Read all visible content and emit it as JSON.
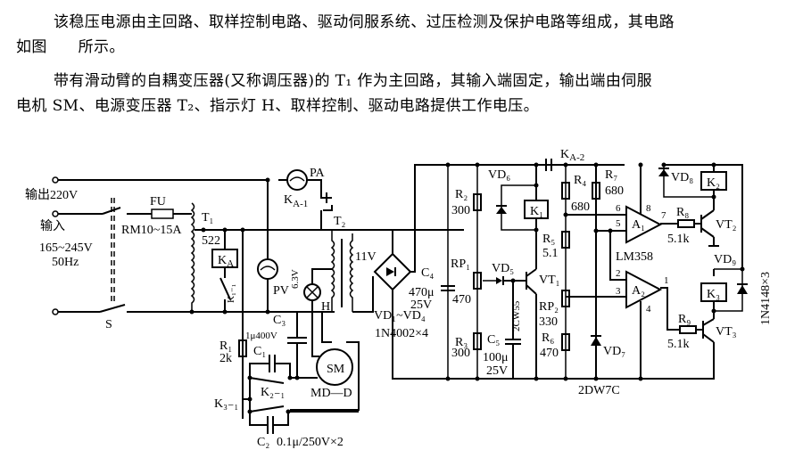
{
  "text": {
    "p1_line1": "该稳压电源由主回路、取样控制电路、驱动伺服系统、过压检测及保护电路等组成，其电路",
    "p1_line2": "如图　　所示。",
    "p2_line1": "带有滑动臂的自耦变压器(又称调压器)的 T₁ 作为主回路，其输入端固定，输出端由伺服",
    "p2_line2": "电机 SM、电源变压器 T₂、指示灯 H、取样控制、驱动电路提供工作电压。"
  },
  "labels": {
    "output": "输出220V",
    "input": "输入",
    "input_range": "165~245V",
    "freq": "50Hz",
    "fu": "FU",
    "fu_type": "RM10~15A",
    "t1": "T₁",
    "t1_tap": "522",
    "ka": "K",
    "ka_sub": "A",
    "k11": "K₁₋₁",
    "pa": "PA",
    "ka1": "K",
    "ka1_sub": "A-1",
    "t2": "T₂",
    "pv": "PV",
    "pv_v": "6.3V",
    "h": "H",
    "v11": "11V",
    "c3": "C₃",
    "c3_val": "1μ400V",
    "r1": "R₁",
    "r1_val": "2k",
    "c1": "C₁",
    "k21": "K₂₋₁",
    "sm": "SM",
    "md": "MD—D",
    "k31": "K₃₋₁",
    "c2": "C₂",
    "c2_val": "0.1μ/250V×2",
    "s": "S",
    "c4": "C₄",
    "c4_val1": "470μ",
    "c4_val2": "25V",
    "vd14": "VD₁~VD₄",
    "vd14_type": "1N4002×4",
    "r2": "R₂",
    "r2_val": "300",
    "rp1": "RP₁",
    "rp1_val": "470",
    "r3": "R₃",
    "r3_val": "300",
    "vd6": "VD₆",
    "k1": "K₁",
    "vd5": "VD₅",
    "vd5_type": "2CW55",
    "vt1": "VT₁",
    "c5": "C₅",
    "c5_val1": "100μ",
    "c5_val2": "25V",
    "ka2": "K",
    "ka2_sub": "A-2",
    "r4": "R₄",
    "r4_val": "680",
    "r7": "R₇",
    "r7_val": "680",
    "r5": "R₅",
    "r5_val": "5.1",
    "rp2": "RP₂",
    "rp2_val": "330",
    "r6": "R₆",
    "r6_val": "470",
    "vd7": "VD₇",
    "vd7_type": "2DW7C",
    "a1": "A₁",
    "a2": "A₂",
    "lm358": "LM358",
    "pin6": "6",
    "pin5": "5",
    "pin8": "8",
    "pin7": "7",
    "pin2": "2",
    "pin3": "3",
    "pin1": "1",
    "pin4": "4",
    "r8": "R₈",
    "r8_val": "5.1k",
    "r9": "R₉",
    "r9_val": "5.1k",
    "vd8": "VD₈",
    "k2": "K₂",
    "vt2": "VT₂",
    "vd9": "VD₉",
    "k3": "K₃",
    "vt3": "VT₃",
    "diode_type": "1N4148×3"
  }
}
